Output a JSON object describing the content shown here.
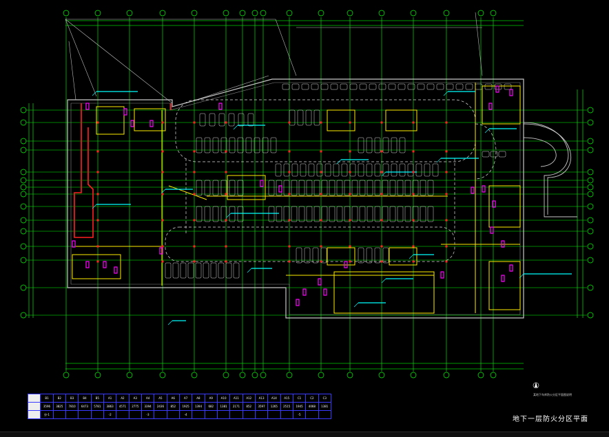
{
  "drawing": {
    "title": "地下一层防火分区平面",
    "note_text": "某地下车库防火分区平面图说明"
  },
  "colors": {
    "background": "#000000",
    "grid": "#00ff00",
    "walls": "#ffff00",
    "fire_zone": "#ff2020",
    "dimension": "#00ffff",
    "equipment": "#ff00ff",
    "parking": "#d8d8d8",
    "outline": "#b0b0b0",
    "table_border": "#3a3aff"
  },
  "schedule": {
    "rows": [
      [
        "B1",
        "B2",
        "B3",
        "B4",
        "B5",
        "A1",
        "A2",
        "A3",
        "A4",
        "A5",
        "A6",
        "A7",
        "A8",
        "A9",
        "A10",
        "A11",
        "A12",
        "A13",
        "A14",
        "A15",
        "C1",
        "C2",
        "C3"
      ],
      [
        "3596",
        "3825",
        "7810",
        "6473",
        "5781",
        "3863",
        "4571",
        "2775",
        "3394",
        "2436",
        "852",
        "1925",
        "1394",
        "682",
        "1381",
        "2171",
        "852",
        "3597",
        "1265",
        "2515",
        "1945",
        "4068",
        "1381"
      ],
      [
        "分-1",
        "",
        "",
        "",
        "",
        "-2",
        "",
        "",
        "-3",
        "",
        "",
        "-4",
        "",
        "",
        "",
        "",
        "",
        "",
        "",
        "",
        "-5",
        "",
        ""
      ]
    ]
  },
  "icons": [
    "axis-bubble-icon",
    "north-arrow-icon"
  ]
}
